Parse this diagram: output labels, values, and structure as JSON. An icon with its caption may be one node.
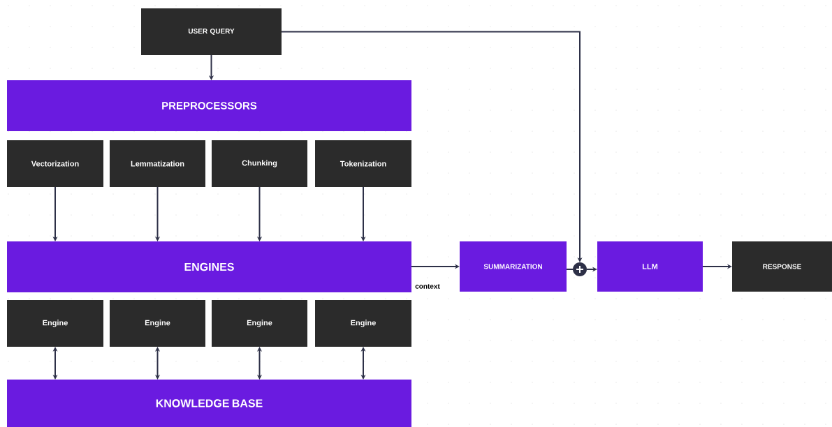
{
  "diagram": {
    "nodes": [
      {
        "text": [
          "USER QUERY"
        ]
      },
      {
        "text": [
          "PREPROCESSORS"
        ]
      },
      {
        "text": [
          "Vectorization"
        ]
      },
      {
        "text": [
          "Lemmatization"
        ]
      },
      {
        "text": [
          "Chunking"
        ]
      },
      {
        "text": [
          "Tokenization"
        ]
      },
      {
        "text": [
          "ENGINES"
        ]
      },
      {
        "text": [
          "Engine"
        ]
      },
      {
        "text": [
          "Engine"
        ]
      },
      {
        "text": [
          "Engine"
        ]
      },
      {
        "text": [
          "Engine"
        ]
      },
      {
        "text": [
          "KNOWLEDGE BASE"
        ]
      },
      {
        "text": [
          "SUMMARIZATION"
        ]
      },
      {
        "text": [],
        "shape": "circle"
      },
      {
        "text": [
          "LLM"
        ]
      },
      {
        "text": [
          "RESPONSE"
        ]
      }
    ],
    "edges": [
      {
        "from": 0,
        "to": 1,
        "arrow": "to"
      },
      {
        "from": 2,
        "to": 6,
        "arrow": "to"
      },
      {
        "from": 3,
        "to": 6,
        "arrow": "to"
      },
      {
        "from": 4,
        "to": 6,
        "arrow": "to"
      },
      {
        "from": 5,
        "to": 6,
        "arrow": "to"
      },
      {
        "from": 7,
        "to": 11,
        "arrow": "both"
      },
      {
        "from": 8,
        "to": 11,
        "arrow": "both"
      },
      {
        "from": 9,
        "to": 11,
        "arrow": "both"
      },
      {
        "from": 10,
        "to": 11,
        "arrow": "both"
      },
      {
        "from": 6,
        "to": 12,
        "arrow": "to",
        "label": "context"
      },
      {
        "from": 0,
        "to": 13,
        "arrow": "to"
      },
      {
        "from": 12,
        "to": 13,
        "arrow": "none"
      },
      {
        "from": 13,
        "to": 14,
        "arrow": "to"
      },
      {
        "from": 14,
        "to": 15,
        "arrow": "to"
      }
    ]
  }
}
